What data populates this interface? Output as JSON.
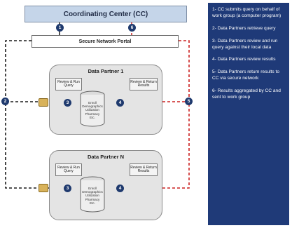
{
  "coordinating_center": {
    "label": "Coordinating Center (CC)"
  },
  "portal": {
    "label": "Secure Network Portal"
  },
  "partners": [
    {
      "title": "Data Partner 1",
      "review_run": "Review & Run Query",
      "review_return": "Review & Return Results",
      "db": "Enroll\nDemographics\nUtilization\nPharmacy\nEtc."
    },
    {
      "title": "Data Partner N",
      "review_run": "Review & Run Query",
      "review_return": "Review & Return Results",
      "db": "Enroll\nDemographics\nUtilization\nPharmacy\nEtc."
    }
  ],
  "badges": {
    "b1": "1",
    "b2": "2",
    "b3": "3",
    "b4": "4",
    "b5": "5",
    "b6": "6"
  },
  "steps": [
    "1- CC submits query on behalf of work group (a computer program)",
    "2- Data Partners retrieve query",
    "3- Data Partners review and run query against their local data",
    "4- Data Partners review results",
    "5- Data Partners return results to CC via secure network",
    "6- Results aggregated by CC and sent to work group"
  ],
  "colors": {
    "request_line": "#1a1a1a",
    "response_line": "#cc2222",
    "panel": "#1f3a78"
  }
}
